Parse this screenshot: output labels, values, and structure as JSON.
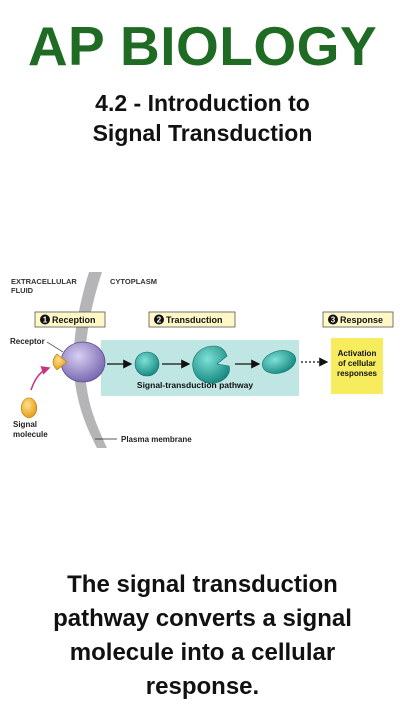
{
  "header": {
    "title": "AP BIOLOGY",
    "subtitle_line1": "4.2 - Introduction to",
    "subtitle_line2": "Signal Transduction"
  },
  "diagram": {
    "extracellular_line1": "EXTRACELLULAR",
    "extracellular_line2": "FLUID",
    "cytoplasm": "CYTOPLASM",
    "step1_num": "1",
    "step1_label": "Reception",
    "step2_num": "2",
    "step2_label": "Transduction",
    "step3_num": "3",
    "step3_label": "Response",
    "receptor": "Receptor",
    "pathway": "Signal-transduction pathway",
    "activation_line1": "Activation",
    "activation_line2": "of cellular",
    "activation_line3": "responses",
    "signal_line1": "Signal",
    "signal_line2": "molecule",
    "membrane": "Plasma membrane",
    "colors": {
      "membrane": "#b5b5b7",
      "band": "#bfe6e3",
      "protein": "#1fa59d",
      "receptor": "#9a8cc8",
      "signal": "#f0b52a",
      "response_box": "#f6ec5e",
      "step_box": "#fff8c6"
    }
  },
  "caption": {
    "line1": "The signal transduction",
    "line2": "pathway converts a signal",
    "line3": "molecule into a cellular",
    "line4": "response."
  }
}
